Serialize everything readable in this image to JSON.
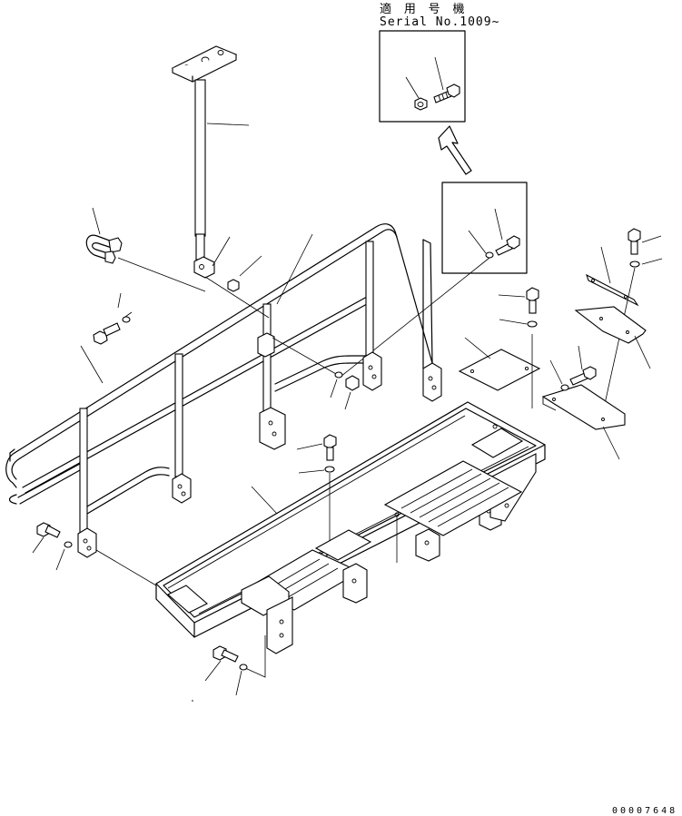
{
  "diagram": {
    "inset_caption": {
      "applicability": "適 用 号 機",
      "serial": "Serial No.1009~"
    },
    "drawing_code": "00007648"
  }
}
